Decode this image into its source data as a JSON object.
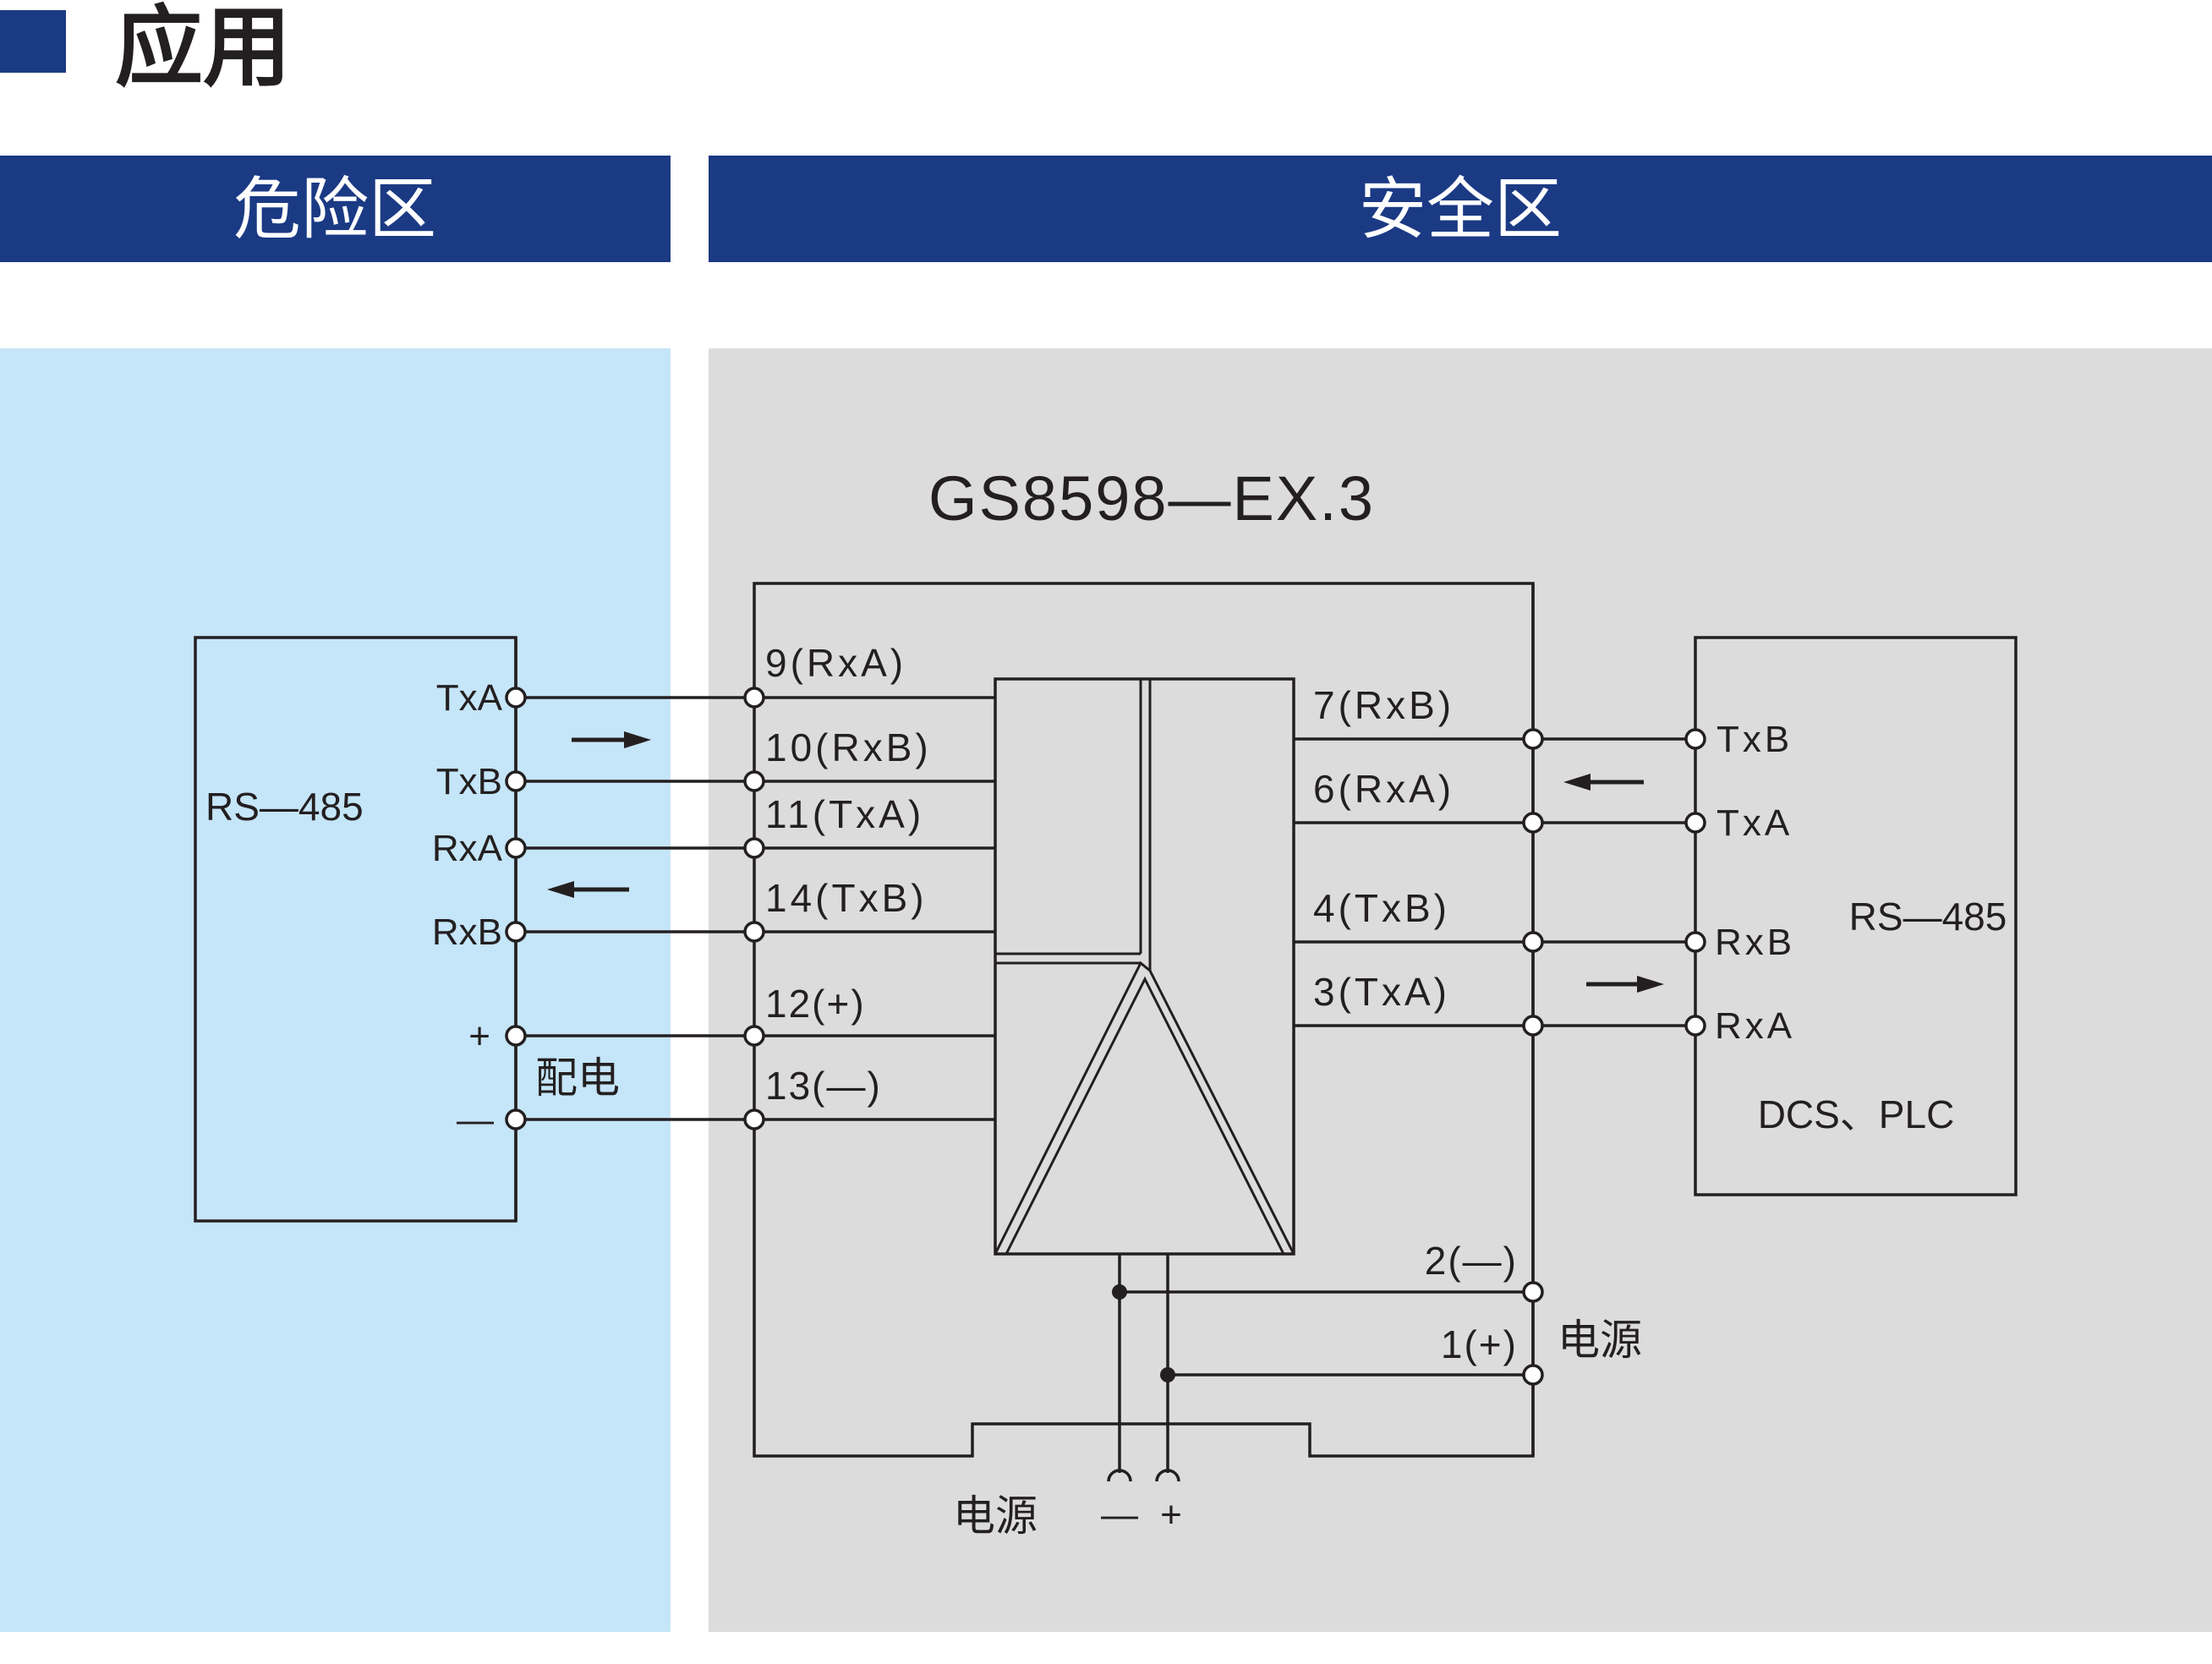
{
  "title": "应用",
  "colors": {
    "banner": "#1b3a84",
    "hazard_bg": "#c5e5f8",
    "safe_bg": "#dcdcdc",
    "ink": "#231f20"
  },
  "zones": {
    "hazard": "危险区",
    "safe": "安全区"
  },
  "model": "GS8598—EX.3",
  "field_device": {
    "name": "RS—485",
    "pins": [
      "TxA",
      "TxB",
      "RxA",
      "RxB",
      "+",
      "—"
    ],
    "power_label": "配电"
  },
  "isolator": {
    "left_terminals": [
      "9(RxA)",
      "10(RxB)",
      "11(TxA)",
      "14(TxB)",
      "12(+)",
      "13(—)"
    ],
    "right_terminals": [
      "7(RxB)",
      "6(RxA)",
      "4(TxB)",
      "3(TxA)",
      "2(—)",
      "1(+)"
    ],
    "power_label": "电源",
    "bottom_power_label": "电源",
    "bottom_minus": "—",
    "bottom_plus": "+"
  },
  "host_device": {
    "name": "RS—485",
    "subtitle": "DCS、PLC",
    "pins": [
      "TxB",
      "TxA",
      "RxB",
      "RxA"
    ]
  },
  "arrows": [
    "right",
    "left",
    "left",
    "right"
  ]
}
